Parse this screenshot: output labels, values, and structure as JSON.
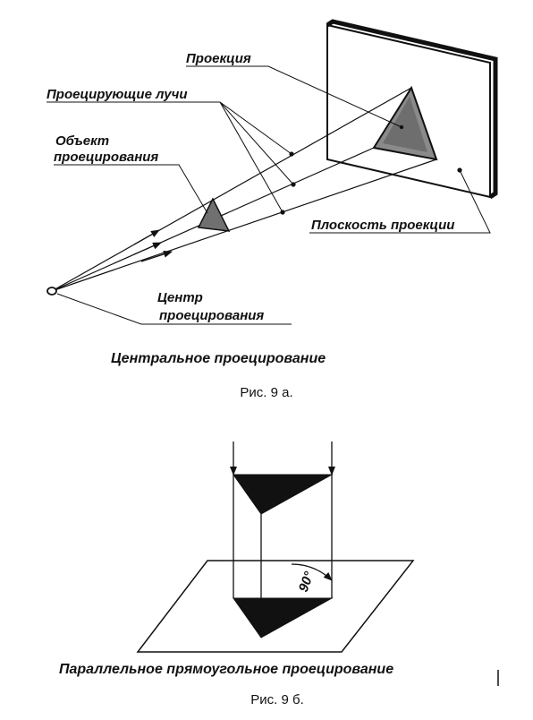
{
  "figure_a": {
    "labels": {
      "projection": "Проекция",
      "projecting_rays": "Проецирующие лучи",
      "object_line1": "Объект",
      "object_line2": "проецирования",
      "projection_plane": "Плоскость проекции",
      "center_line1": "Центр",
      "center_line2": "проецирования",
      "center_point": "о"
    },
    "title": "Центральное проецирование",
    "caption": "Рис. 9 а."
  },
  "figure_b": {
    "angle_label": "90°",
    "title": "Параллельное прямоугольное проецирование",
    "caption": "Рис. 9 б."
  }
}
